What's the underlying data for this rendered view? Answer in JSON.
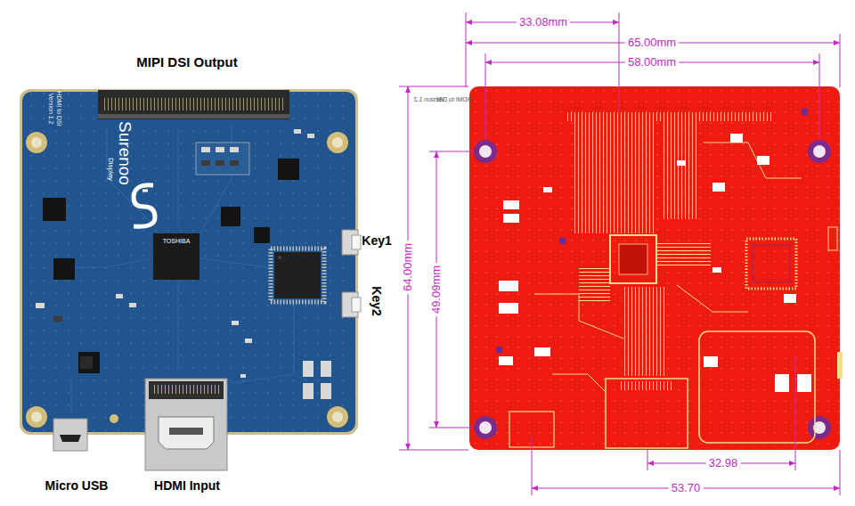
{
  "diagram": {
    "labels": [
      "MIPI DSI Output",
      "Key1",
      "Key2",
      "Micro USB",
      "HDMI Input",
      "Surenoo",
      "Display",
      "HDMI to DSI",
      "Version 1.2",
      "TOSHIBA",
      "33.08mm",
      "65.00mm",
      "58.00mm",
      "64.00mm",
      "49.09mm",
      "32.98",
      "53.70",
      "Version 1.2",
      "HDMI to DSI"
    ]
  }
}
